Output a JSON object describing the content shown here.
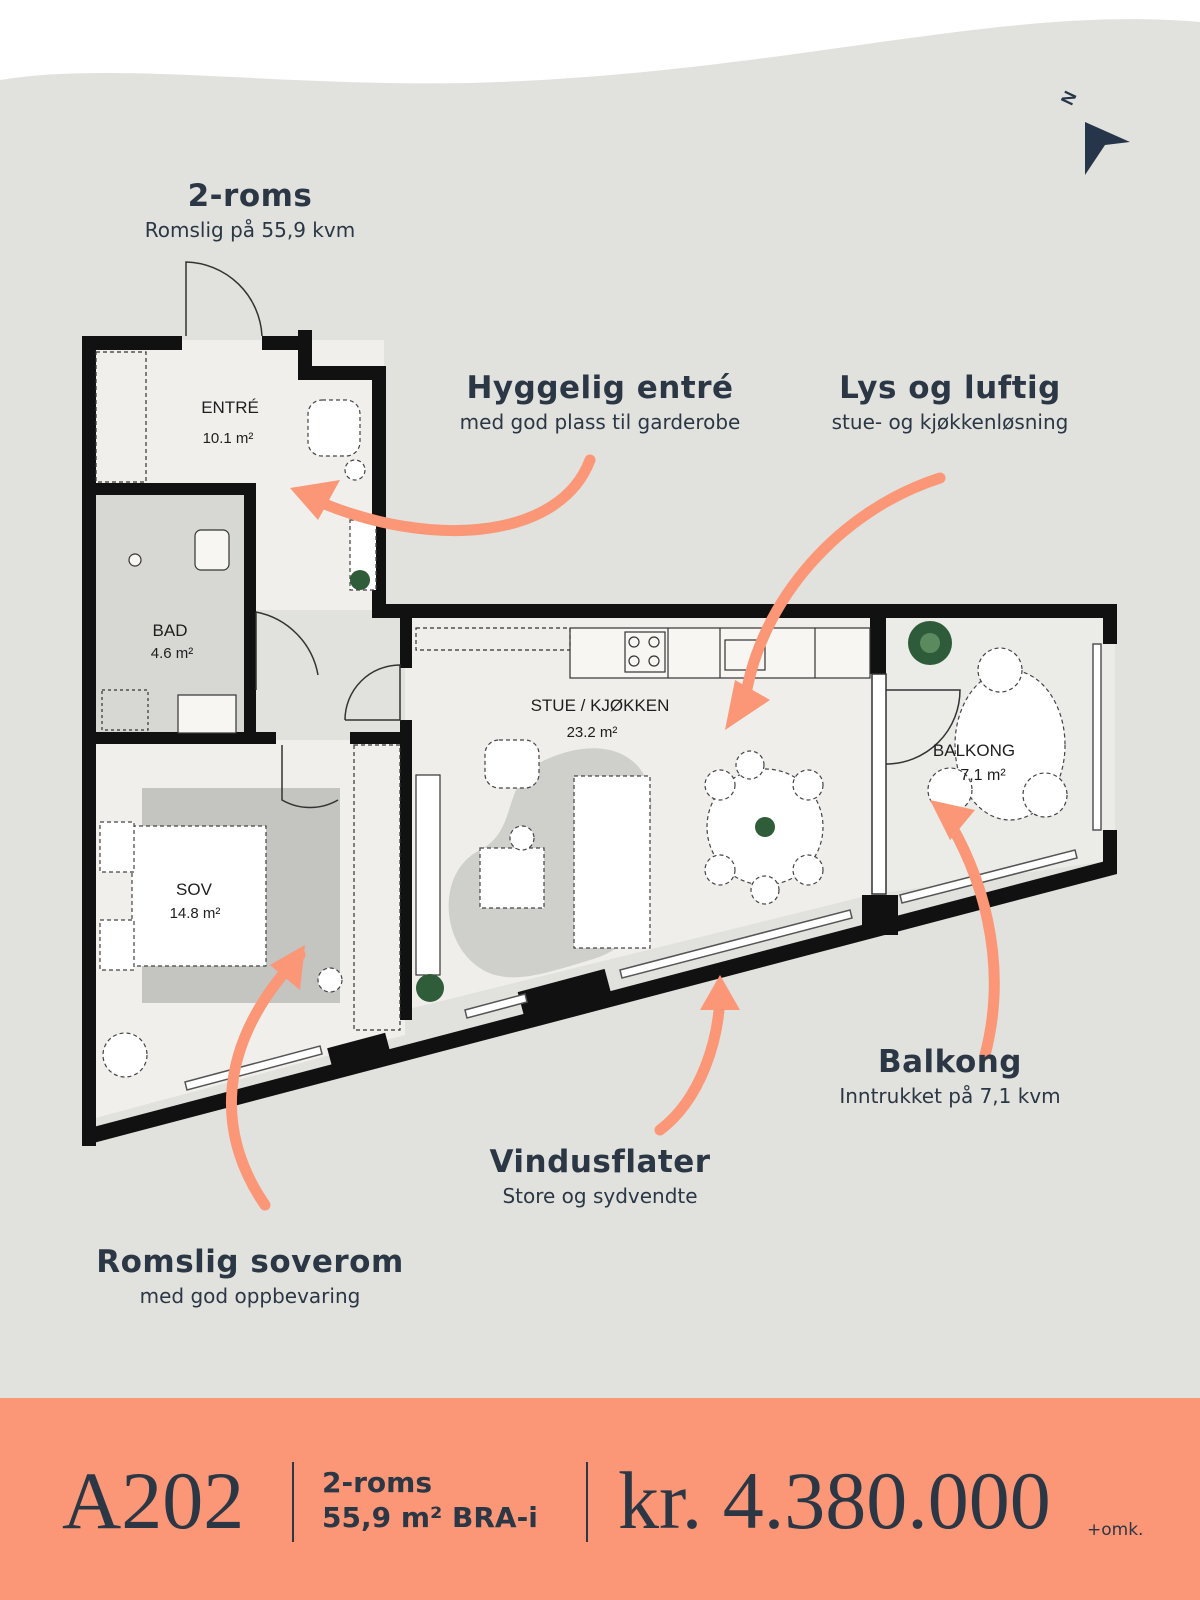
{
  "header": {
    "title": "2-roms",
    "subtitle": "Romslig på 55,9 kvm"
  },
  "rooms": {
    "entre": {
      "name": "ENTRÉ",
      "area": "10.1 m²"
    },
    "bad": {
      "name": "BAD",
      "area": "4.6 m²"
    },
    "stue": {
      "name": "STUE / KJØKKEN",
      "area": "23.2 m²"
    },
    "balkong": {
      "name": "BALKONG",
      "area": "7,1 m²"
    },
    "sov": {
      "name": "SOV",
      "area": "14.8 m²"
    }
  },
  "callouts": {
    "entre": {
      "title": "Hyggelig entré",
      "text": "med god plass til garderobe"
    },
    "living": {
      "title": "Lys og luftig",
      "text": "stue- og kjøkkenløsning"
    },
    "balcony": {
      "title": "Balkong",
      "text": "Inntrukket på 7,1 kvm"
    },
    "windows": {
      "title": "Vindusflater",
      "text": "Store og sydvendte"
    },
    "bedroom": {
      "title": "Romslig soverom",
      "text": "med god oppbevaring"
    }
  },
  "compass": {
    "letter": "N",
    "icon": "north-arrow-icon"
  },
  "footer": {
    "unit": "A202",
    "rooms": "2-roms",
    "area": "55,9 m² BRA-i",
    "price": "kr. 4.380.000",
    "price_suffix": "+omk."
  },
  "colors": {
    "background": "#e1e1dd",
    "accent": "#fb9676",
    "text": "#2b3744",
    "wall": "#111111"
  }
}
